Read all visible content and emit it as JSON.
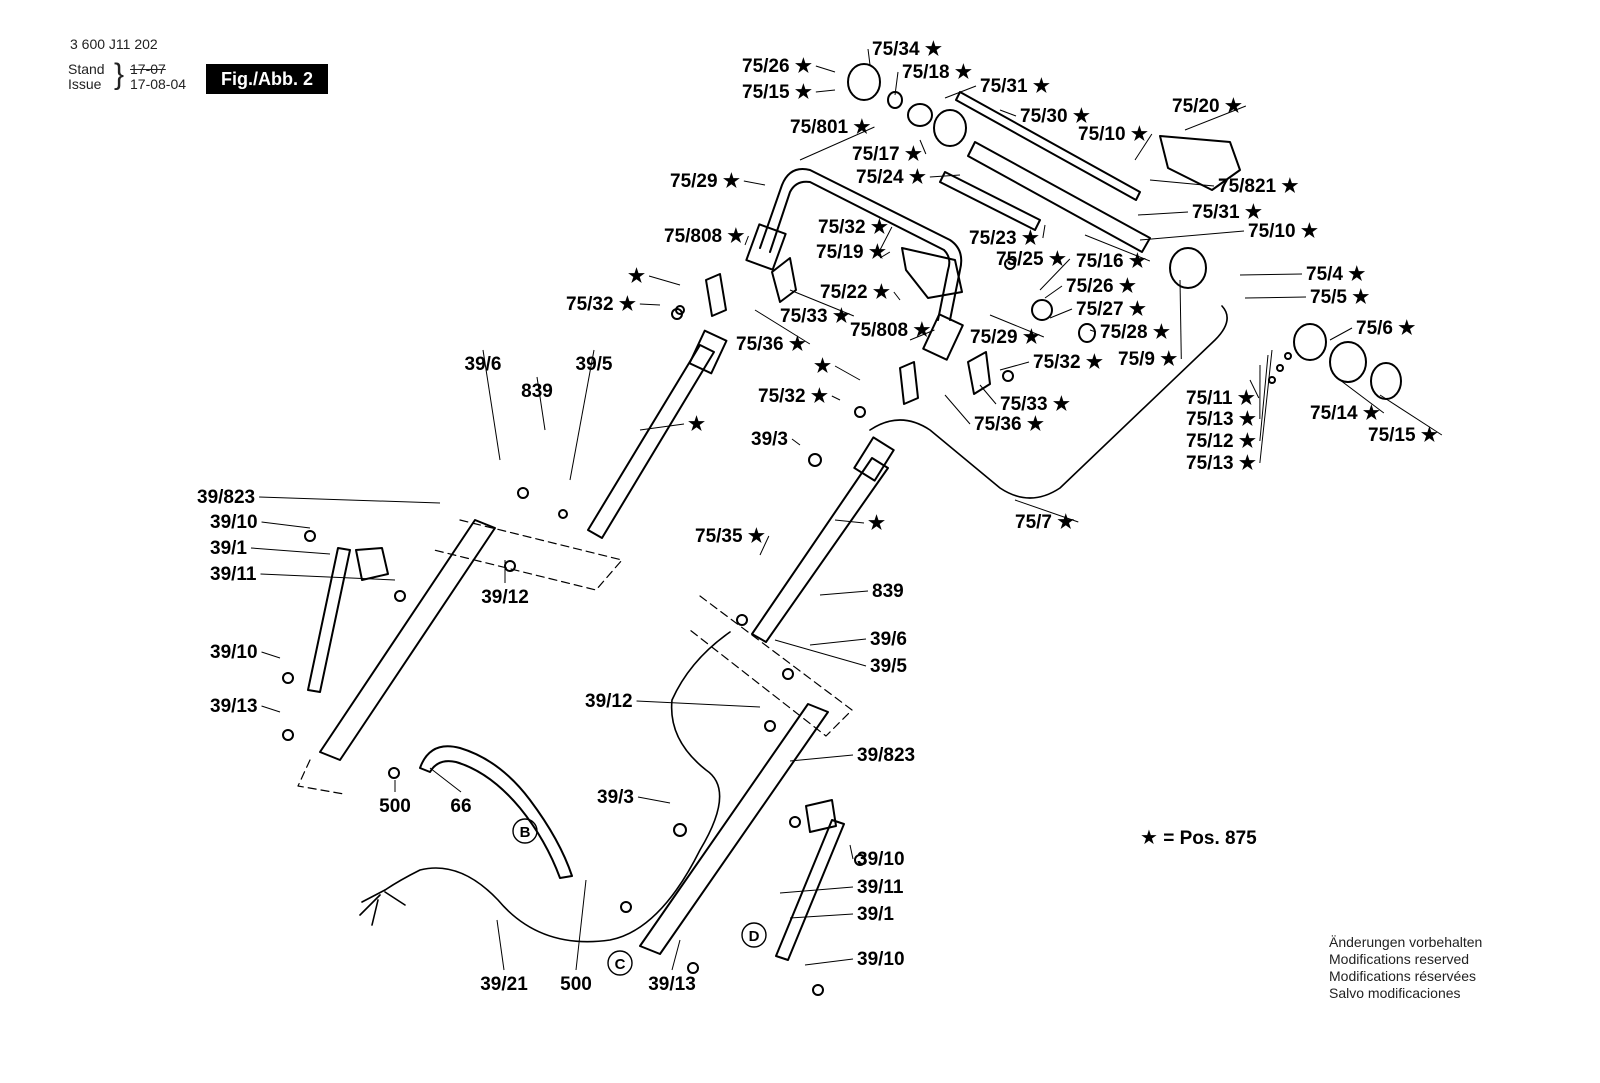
{
  "header": {
    "document_number": "3 600 J11 202",
    "stand_label": "Stand",
    "issue_label": "Issue",
    "old_date": "17-07",
    "issue_date": "17-08-04",
    "figure_badge": "Fig./Abb. 2"
  },
  "legend": {
    "symbol": "★",
    "equals": "=",
    "text": "Pos. 875"
  },
  "disclaimer": [
    "Änderungen vorbehalten",
    "Modifications reserved",
    "Modifications réservées",
    "Salvo modificaciones"
  ],
  "callouts": [
    "B",
    "C",
    "D"
  ],
  "labels": [
    "75/34 ★",
    "75/26 ★",
    "75/18 ★",
    "75/31 ★",
    "75/15 ★",
    "75/20 ★",
    "75/30 ★",
    "75/801 ★",
    "75/10 ★",
    "75/17 ★",
    "75/24 ★",
    "75/821 ★",
    "75/29 ★",
    "75/31 ★",
    "75/32 ★",
    "75/808 ★",
    "75/23 ★",
    "75/10 ★",
    "75/19 ★",
    "75/25 ★",
    "75/16 ★",
    "75/4 ★",
    "★",
    "75/22 ★",
    "75/26 ★",
    "75/5 ★",
    "75/32 ★",
    "75/33 ★",
    "75/27 ★",
    "75/808 ★",
    "75/29 ★",
    "75/28 ★",
    "75/6 ★",
    "75/36 ★",
    "75/9 ★",
    "★",
    "75/32 ★",
    "39/6",
    "39/5",
    "839",
    "75/32 ★",
    "75/11 ★",
    "75/33 ★",
    "75/13 ★",
    "75/14 ★",
    "75/36 ★",
    "75/15 ★",
    "★",
    "39/3",
    "75/12 ★",
    "75/13 ★",
    "39/823",
    "39/10",
    "★",
    "75/7 ★",
    "39/1",
    "75/35 ★",
    "39/11",
    "39/12",
    "839",
    "39/10",
    "39/6",
    "39/5",
    "39/13",
    "39/12",
    "500",
    "66",
    "39/823",
    "39/3",
    "39/10",
    "39/11",
    "39/1",
    "39/10",
    "39/21",
    "500",
    "39/13"
  ]
}
